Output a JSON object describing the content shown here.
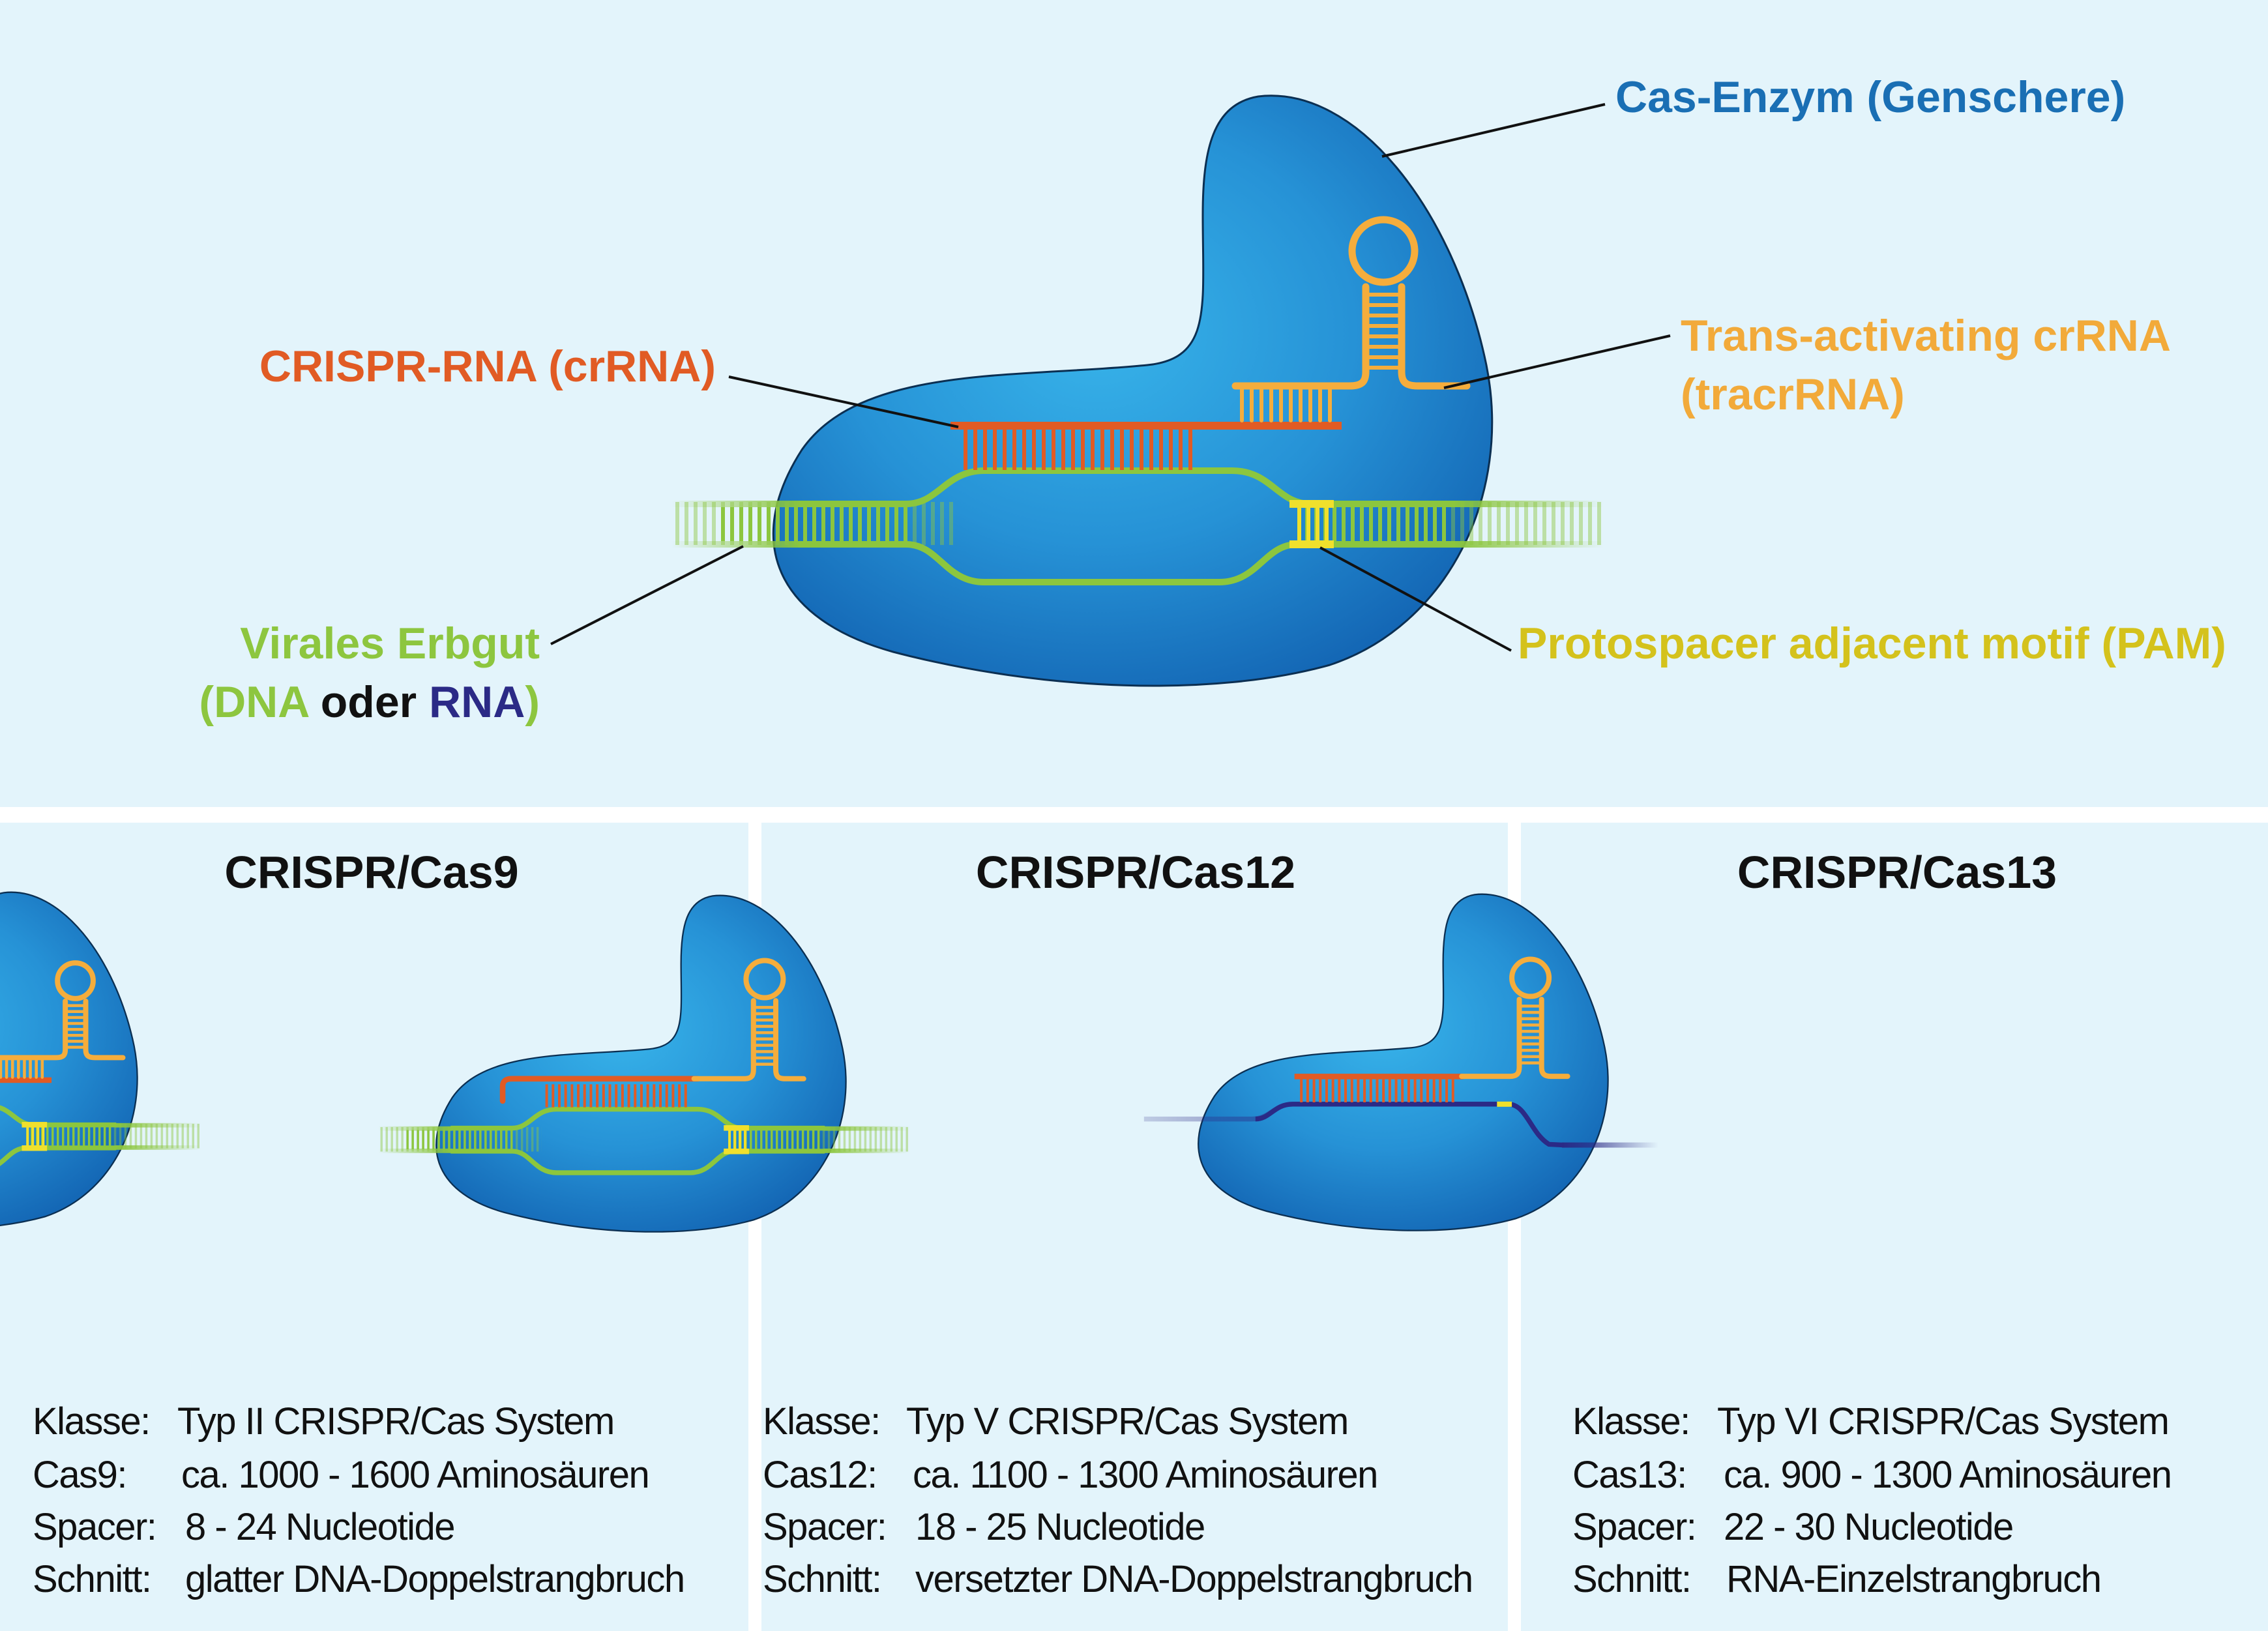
{
  "main": {
    "labels": {
      "cas_enzyme": "Cas-Enzym (Genschere)",
      "crrna": "CRISPR-RNA (crRNA)",
      "tracrrna_line1": "Trans-activating crRNA",
      "tracrrna_line2": "(tracrRNA)",
      "viral_line1": "Virales Erbgut",
      "viral_open": "(",
      "viral_dna": "DNA",
      "viral_oder": " oder ",
      "viral_rna": "RNA",
      "viral_close": ")",
      "pam": "Protospacer adjacent motif (PAM)"
    }
  },
  "panels": [
    {
      "title": "CRISPR/Cas9",
      "rows": [
        {
          "key": "Klasse:",
          "value": "Typ II CRISPR/Cas System"
        },
        {
          "key": "Cas9:",
          "value": "ca. 1000 - 1600 Aminosäuren"
        },
        {
          "key": "Spacer:",
          "value": "8 - 24 Nucleotide"
        },
        {
          "key": "Schnitt:",
          "value": "glatter DNA-Doppelstrangbruch"
        }
      ]
    },
    {
      "title": "CRISPR/Cas12",
      "rows": [
        {
          "key": "Klasse:",
          "value": "Typ V CRISPR/Cas System"
        },
        {
          "key": "Cas12:",
          "value": "ca. 1100 - 1300 Aminosäuren"
        },
        {
          "key": "Spacer:",
          "value": "18 - 25 Nucleotide"
        },
        {
          "key": "Schnitt:",
          "value": "versetzter DNA-Doppelstrangbruch"
        }
      ]
    },
    {
      "title": "CRISPR/Cas13",
      "rows": [
        {
          "key": "Klasse:",
          "value": "Typ VI CRISPR/Cas System"
        },
        {
          "key": "Cas13:",
          "value": "ca. 900 - 1300 Aminosäuren"
        },
        {
          "key": "Spacer:",
          "value": "22 - 30 Nucleotide"
        },
        {
          "key": "Schnitt:",
          "value": "RNA-Einzelstrangbruch"
        }
      ]
    }
  ],
  "colors": {
    "background_panel": "#e3f4fb",
    "enzyme": "#1f82cc",
    "enzyme_light": "#32aee6",
    "enzyme_outline": "#0b2f52",
    "crrna": "#e15b24",
    "tracrrna": "#f5ad3c",
    "dna": "#8cc63e",
    "dna_light": "#d6ec9a",
    "pam": "#f0e02c",
    "rna": "#2b2a86",
    "label_enzyme": "#1a6fb4",
    "label_crrna": "#e15b24",
    "label_tracr": "#f2aa3a",
    "label_viral": "#8dc63f",
    "label_pam": "#d4c21c",
    "label_rna": "#2b2a86"
  }
}
